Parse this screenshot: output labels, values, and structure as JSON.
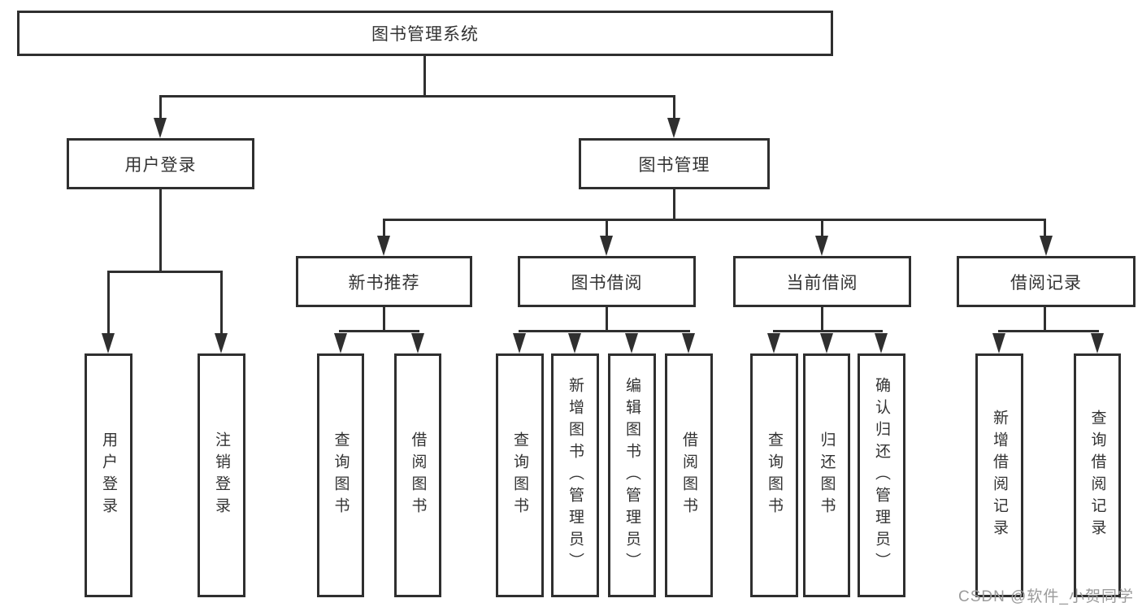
{
  "diagram_title": "图书管理系统",
  "tree": {
    "root": {
      "label": "图书管理系统"
    },
    "branches": [
      {
        "label": "用户登录",
        "leaves": [
          {
            "label": "用户登录"
          },
          {
            "label": "注销登录"
          }
        ]
      },
      {
        "label": "图书管理",
        "children": [
          {
            "label": "新书推荐",
            "leaves": [
              {
                "label": "查询图书"
              },
              {
                "label": "借阅图书"
              }
            ]
          },
          {
            "label": "图书借阅",
            "leaves": [
              {
                "label": "查询图书"
              },
              {
                "label": "新增图书（管理员）"
              },
              {
                "label": "编辑图书（管理员）"
              },
              {
                "label": "借阅图书"
              }
            ]
          },
          {
            "label": "当前借阅",
            "leaves": [
              {
                "label": "查询图书"
              },
              {
                "label": "归还图书"
              },
              {
                "label": "确认归还（管理员）"
              }
            ]
          },
          {
            "label": "借阅记录",
            "leaves": [
              {
                "label": "新增借阅记录"
              },
              {
                "label": "查询借阅记录"
              }
            ]
          }
        ]
      }
    ]
  },
  "watermark": {
    "text": "CSDN @软件_小贺同学",
    "color": "#9b9b9b"
  },
  "style": {
    "line_color": "#2f2f2f",
    "box_background": "#ffffff",
    "text_color": "#333333"
  }
}
